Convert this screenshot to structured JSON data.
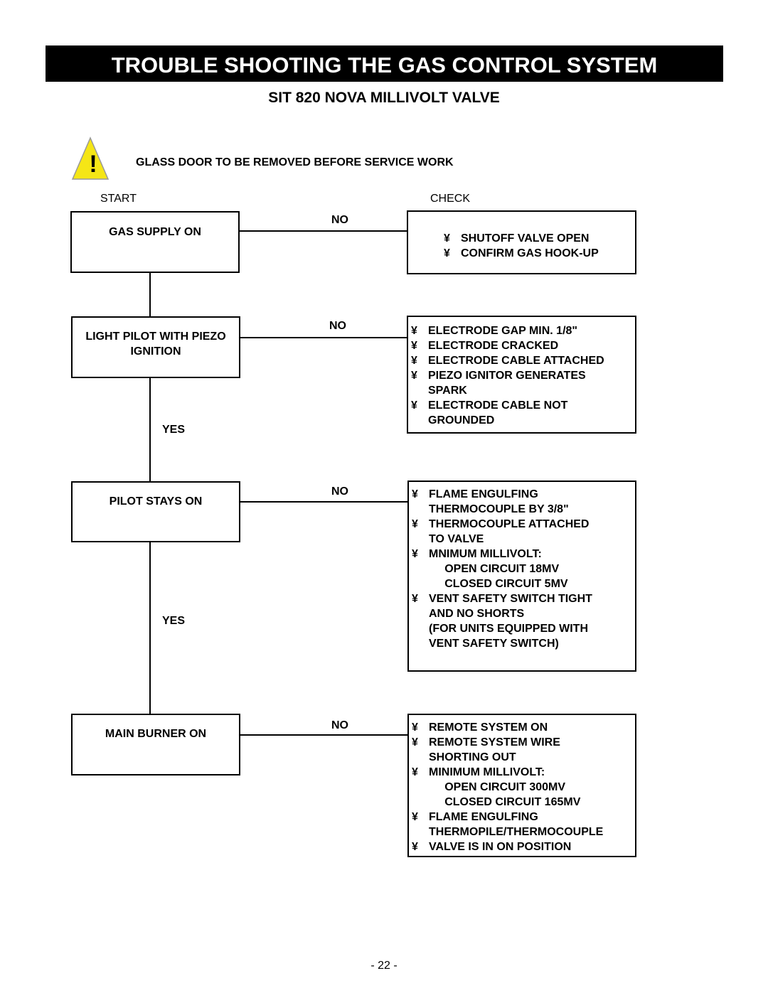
{
  "header": {
    "title": "TROUBLE SHOOTING THE GAS CONTROL SYSTEM",
    "subtitle": "SIT 820 NOVA MILLIVOLT VALVE"
  },
  "warning": {
    "icon": "warning-triangle-icon",
    "symbol": "!",
    "text": "GLASS DOOR TO BE REMOVED BEFORE SERVICE WORK",
    "icon_color": "#f5e616"
  },
  "columns": {
    "start": "START",
    "check": "CHECK"
  },
  "steps": [
    {
      "label": "GAS SUPPLY ON",
      "no": "NO",
      "checks": [
        "SHUTOFF VALVE OPEN",
        "CONFIRM GAS HOOK-UP"
      ]
    },
    {
      "label": "LIGHT PILOT WITH PIEZO IGNITION",
      "no": "NO",
      "yes": "YES",
      "checks": [
        "ELECTRODE GAP MIN. 1/8\"",
        "ELECTRODE CRACKED",
        "ELECTRODE CABLE ATTACHED",
        "PIEZO IGNITOR GENERATES\nSPARK",
        "ELECTRODE CABLE NOT\nGROUNDED"
      ]
    },
    {
      "label": "PILOT STAYS ON",
      "no": "NO",
      "yes": "YES",
      "checks": [
        "FLAME ENGULFING\nTHERMOCOUPLE BY 3/8\"",
        "THERMOCOUPLE ATTACHED\nTO VALVE",
        "MNIMUM MILLIVOLT:\n     OPEN CIRCUIT 18MV\n     CLOSED CIRCUIT 5MV",
        "VENT SAFETY SWITCH TIGHT\nAND NO SHORTS\n(FOR UNITS EQUIPPED WITH\nVENT SAFETY SWITCH)"
      ]
    },
    {
      "label": "MAIN BURNER ON",
      "no": "NO",
      "checks": [
        "REMOTE SYSTEM ON",
        "REMOTE SYSTEM WIRE\nSHORTING OUT",
        "MINIMUM MILLIVOLT:\n     OPEN CIRCUIT 300MV\n     CLOSED CIRCUIT 165MV",
        "FLAME ENGULFING\nTHERMOPILE/THERMOCOUPLE",
        "VALVE IS IN ON POSITION"
      ]
    }
  ],
  "bullet": "¥",
  "page_number": "- 22 -"
}
